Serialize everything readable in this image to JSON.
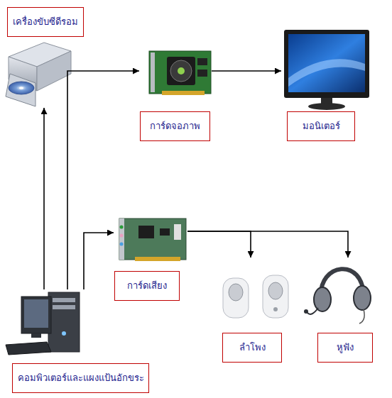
{
  "diagram": {
    "nodes": [
      {
        "text": [
          "เครื่องขับซีดีรอม"
        ]
      },
      {
        "text": [
          "การ์ดจอภาพ"
        ]
      },
      {
        "text": [
          "มอนิเตอร์"
        ]
      },
      {
        "text": [
          "การ์ดเสียง"
        ]
      },
      {
        "text": [
          "ลำโพง"
        ]
      },
      {
        "text": [
          "หูฟัง"
        ]
      },
      {
        "text": [
          "คอมพิวเตอร์และแผงแป้นอักขระ"
        ]
      }
    ],
    "edges": [
      {
        "from": 6,
        "to": 0,
        "arrow": "to"
      },
      {
        "from": 6,
        "to": 1,
        "arrow": "to"
      },
      {
        "from": 1,
        "to": 2,
        "arrow": "to"
      },
      {
        "from": 6,
        "to": 3,
        "arrow": "to"
      },
      {
        "from": 3,
        "to": 4,
        "arrow": "to"
      },
      {
        "from": 3,
        "to": 5,
        "arrow": "to"
      }
    ]
  }
}
